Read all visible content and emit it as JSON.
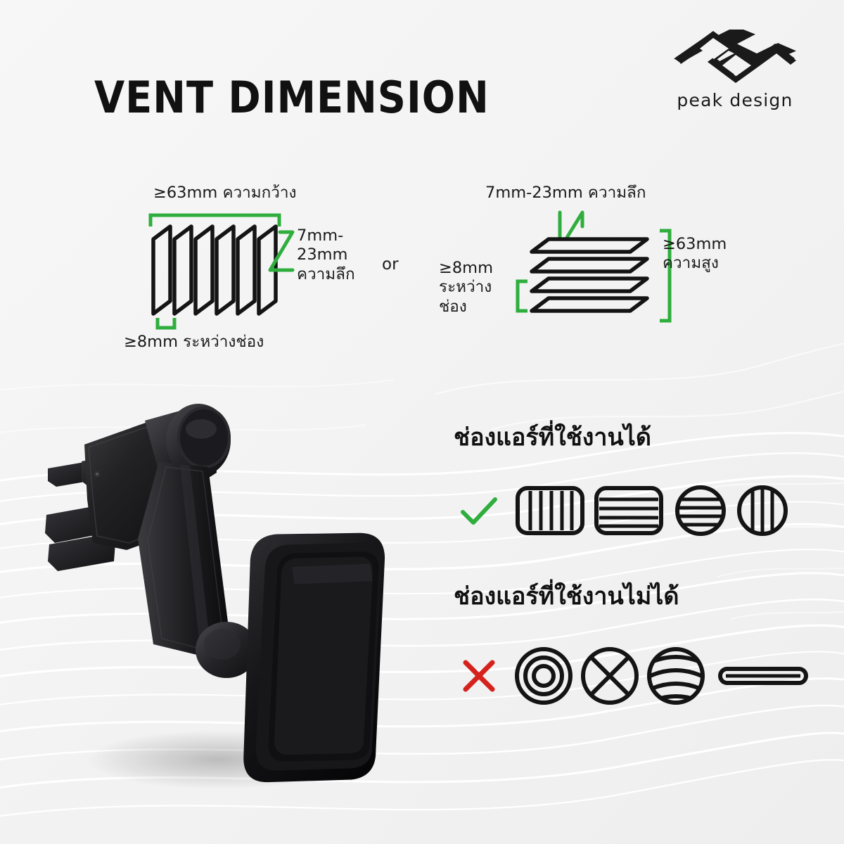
{
  "page": {
    "title": "VENT DIMENSION",
    "background_color": "#f4f4f4",
    "accent_green": "#2fae3e",
    "accent_red": "#d6221c",
    "ink": "#111111"
  },
  "brand": {
    "wordmark": "peak design",
    "logo_icon": "peak-design-chevron-logo"
  },
  "diagrams": {
    "separator": "or",
    "vertical_vent": {
      "name": "vertical-slat-vent-diagram",
      "width_label": "≥63mm  ความกว้าง",
      "depth_label_line1": "7mm-",
      "depth_label_line2": "23mm",
      "depth_label_line3": "ความลึก",
      "gap_label": "≥8mm  ระหว่างช่อง",
      "slat_count": 6
    },
    "horizontal_vent": {
      "name": "horizontal-slat-vent-diagram",
      "depth_label": "7mm-23mm  ความลึก",
      "height_label_line1": "≥63mm",
      "height_label_line2": "ความสูง",
      "gap_label_line1": "≥8mm",
      "gap_label_line2": "ระหว่าง",
      "gap_label_line3": "ช่อง",
      "slat_count": 4
    }
  },
  "compatible": {
    "heading": "ช่องแอร์ที่ใช้งานได้",
    "mark": "check-icon",
    "mark_color": "#2fae3e",
    "icons": [
      "rounded-rect-vertical-slats-icon",
      "rounded-rect-horizontal-slats-icon",
      "circle-horizontal-slats-icon",
      "circle-vertical-slats-icon"
    ]
  },
  "incompatible": {
    "heading": "ช่องแอร์ที่ใช้งานไม่ได้",
    "mark": "cross-icon",
    "mark_color": "#d6221c",
    "icons": [
      "concentric-circles-icon",
      "circle-with-x-icon",
      "circle-curved-slats-icon",
      "thin-flat-bar-icon"
    ]
  },
  "product": {
    "name": "magnetic-car-vent-mount",
    "color": "#1b1b1d"
  }
}
